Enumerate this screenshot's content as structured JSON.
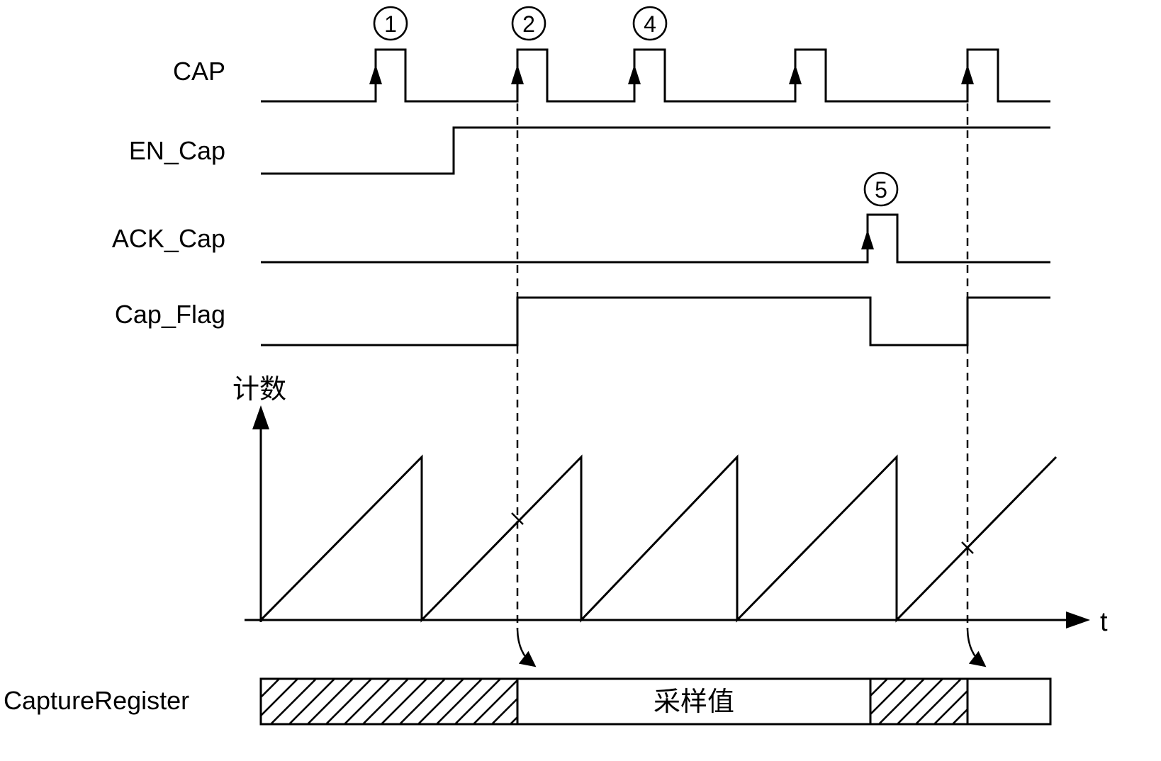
{
  "colors": {
    "line": "#000000",
    "background": "#ffffff"
  },
  "signals": {
    "cap": {
      "label": "CAP"
    },
    "en_cap": {
      "label": "EN_Cap"
    },
    "ack_cap": {
      "label": "ACK_Cap"
    },
    "cap_flag": {
      "label": "Cap_Flag"
    }
  },
  "callouts": {
    "c1": "1",
    "c2": "2",
    "c4": "4",
    "c5": "5"
  },
  "counter": {
    "axis_label": "计数",
    "time_label": "t"
  },
  "register": {
    "label": "CaptureRegister",
    "sample_label": "采样值"
  }
}
